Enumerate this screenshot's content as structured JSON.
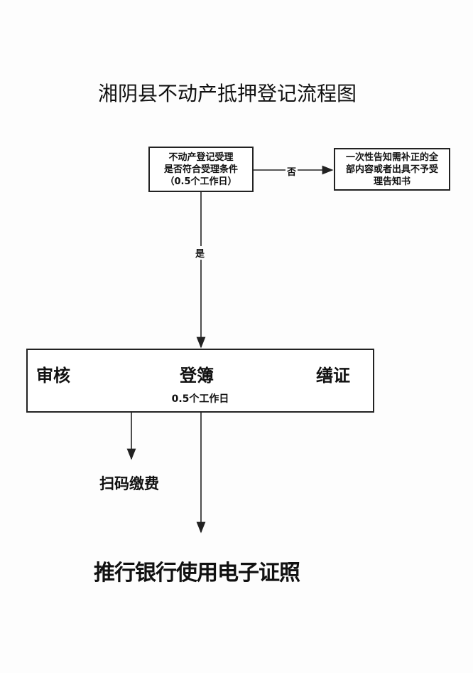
{
  "title": "湘阴县不动产抵押登记流程图",
  "step1": {
    "lines": [
      "不动产登记受理",
      "是否符合受理条件",
      "（0.5个工作日）"
    ]
  },
  "no_label": "否",
  "reject_box": {
    "lines": [
      "一次性告知需补正的全",
      "部内容或者出具不予受",
      "理告知书"
    ]
  },
  "yes_label": "是",
  "process_box": {
    "steps": [
      "审核",
      "登簿",
      "缮证"
    ],
    "duration": "0.5个工作日"
  },
  "payment": "扫码缴费",
  "final": "推行银行使用电子证照"
}
